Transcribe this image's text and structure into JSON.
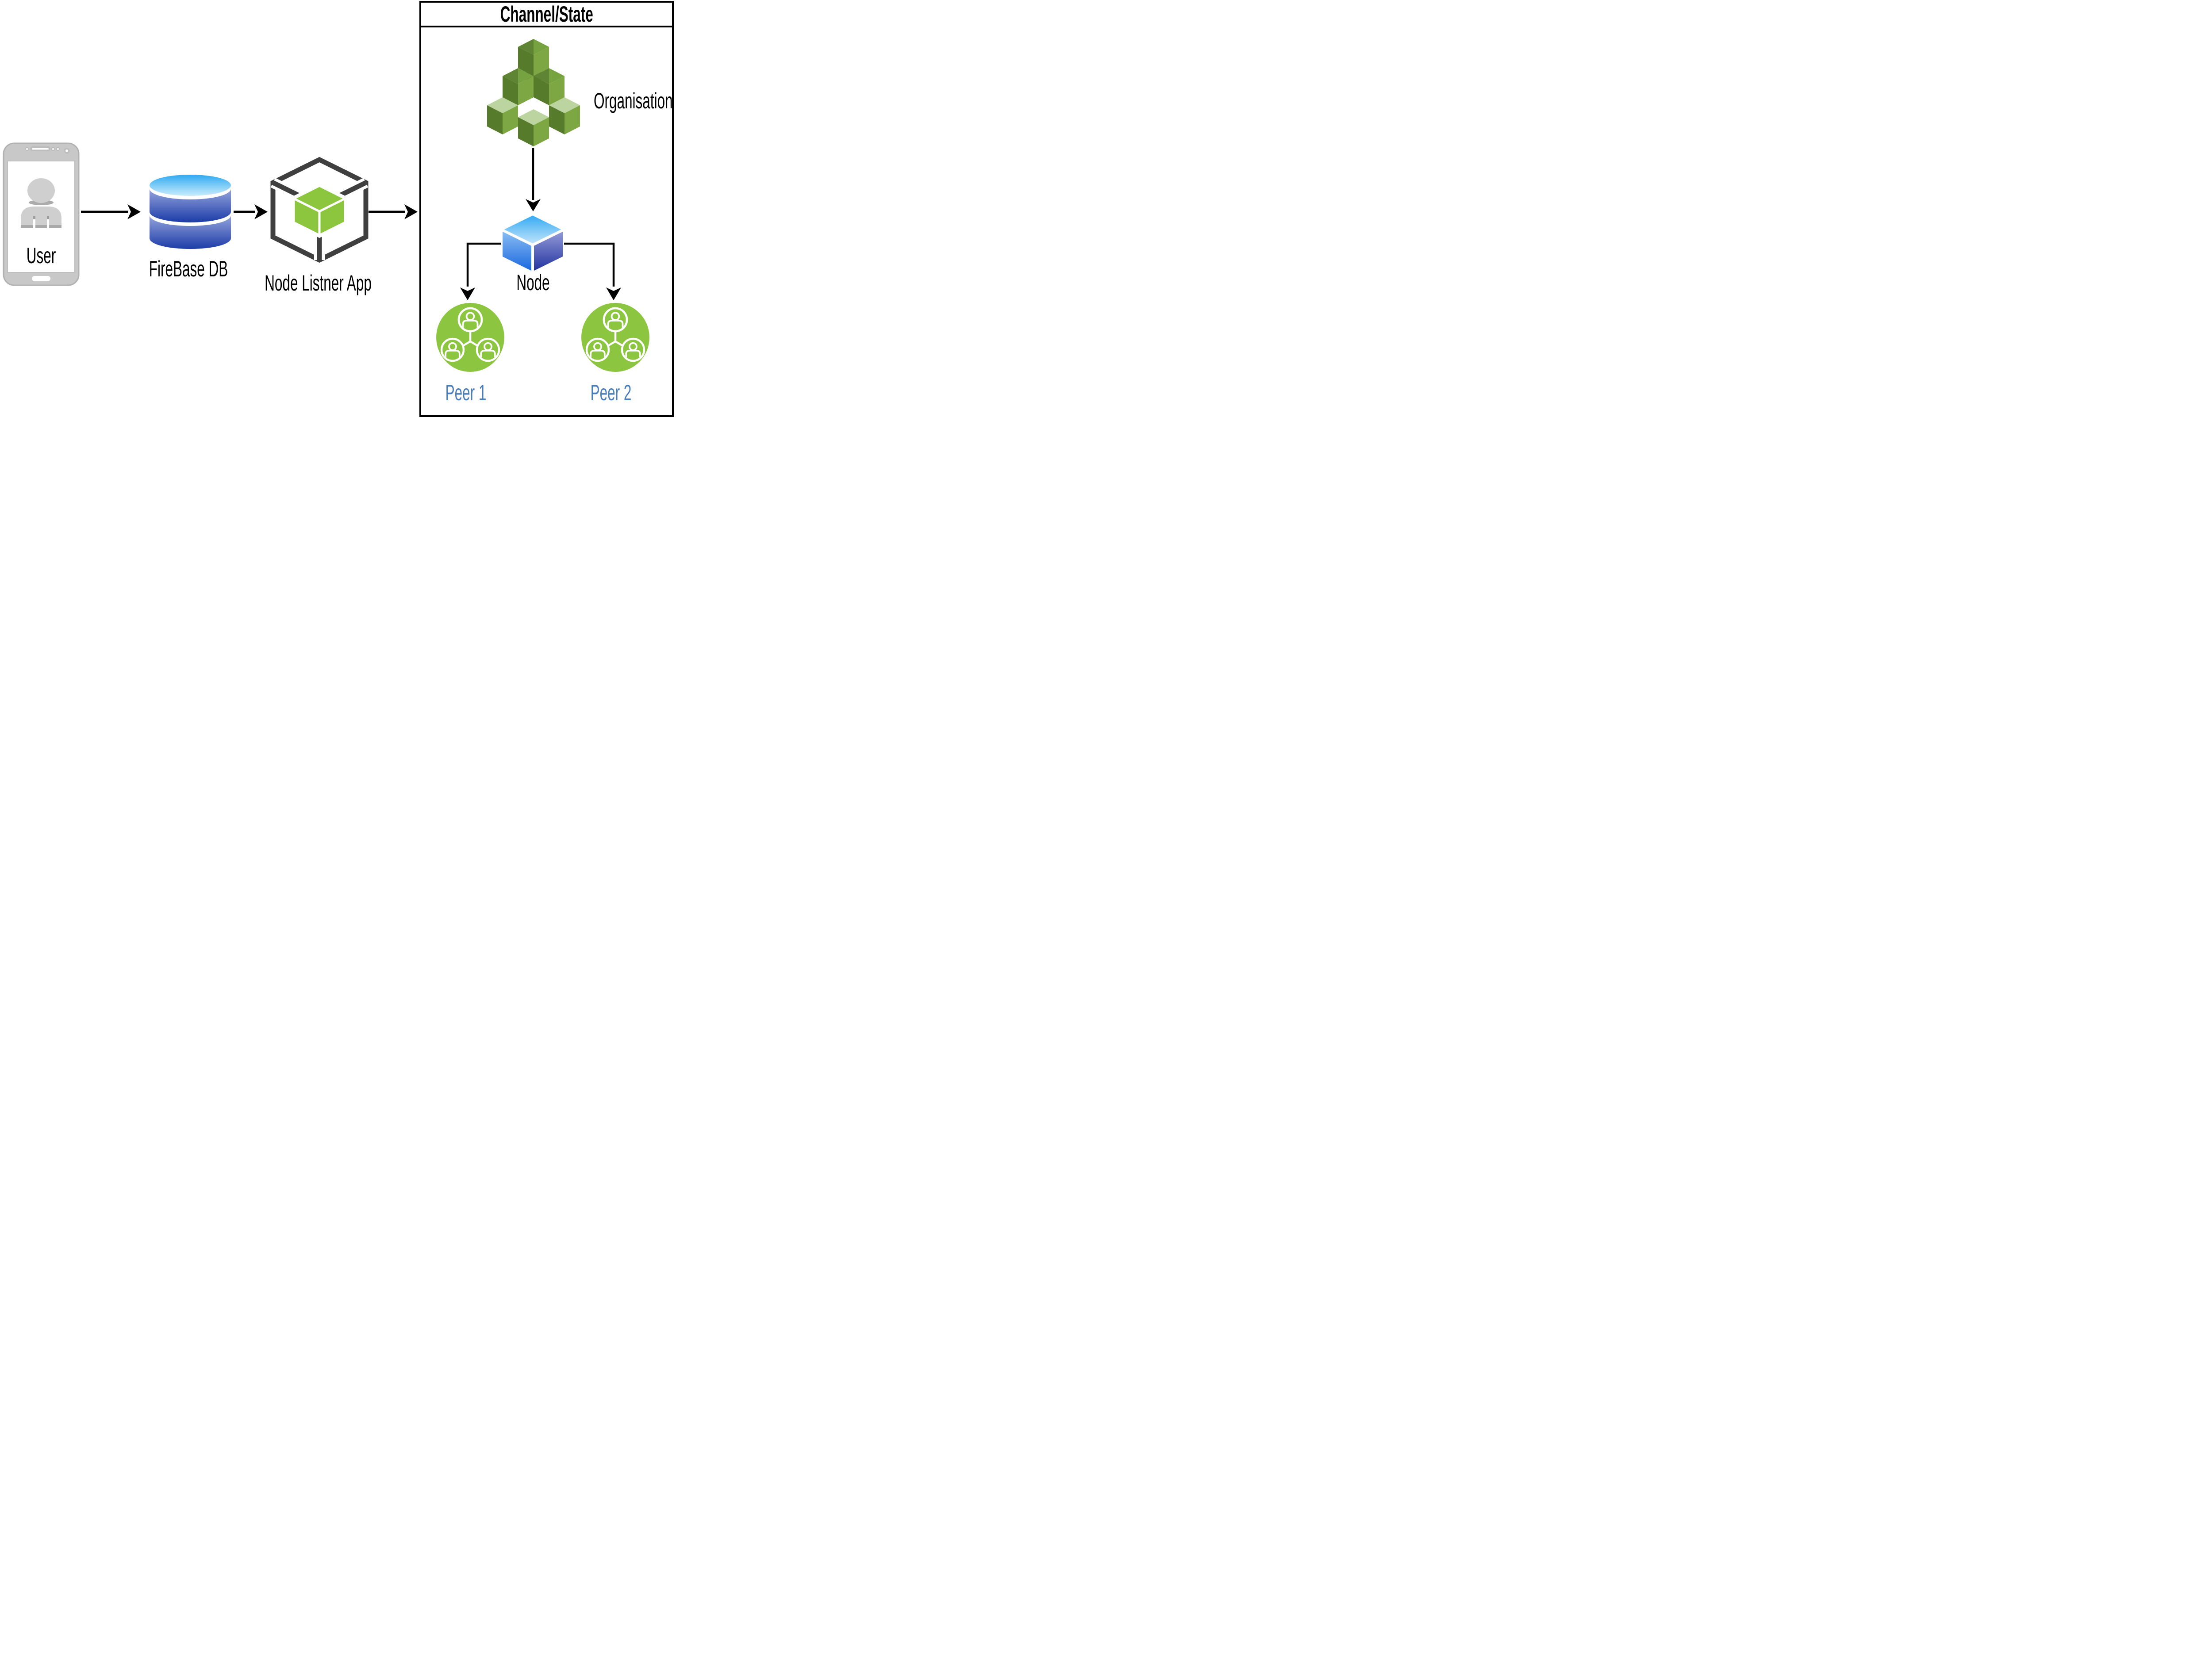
{
  "canvas": {
    "background": "#FFFFFF"
  },
  "flow": {
    "user": {
      "label": "User"
    },
    "firebase_db": {
      "label": "FireBase DB"
    },
    "node_listener": {
      "label": "Node Listner App"
    }
  },
  "channel_box": {
    "title": "Channel/State",
    "organisation": {
      "label": "Organisation"
    },
    "node": {
      "label": "Node"
    },
    "peers": [
      {
        "label": "Peer 1"
      },
      {
        "label": "Peer 2"
      }
    ]
  },
  "connections": [
    {
      "from": "user",
      "to": "firebase_db",
      "style": "arrow-right"
    },
    {
      "from": "firebase_db",
      "to": "node_listener",
      "style": "arrow-right"
    },
    {
      "from": "node_listener",
      "to": "channel_box",
      "style": "arrow-right"
    },
    {
      "from": "organisation",
      "to": "node",
      "style": "arrow-down"
    },
    {
      "from": "node",
      "to": "peer_1",
      "style": "elbow-arrow-down"
    },
    {
      "from": "node",
      "to": "peer_2",
      "style": "elbow-arrow-down"
    }
  ],
  "colors": {
    "arrow": "#000000",
    "box_border": "#000000",
    "title_text": "#000000",
    "label_text": "#000000",
    "peer_label_text": "#4A7EBB",
    "peer_green": "#8CC540",
    "listener_cube_green": "#8CC63F",
    "listener_outline_gray": "#3F3F3F",
    "org_green_left_face": "#567B2B",
    "org_green_right_face": "#7CA743",
    "org_green_light_top": "#BCD4A0",
    "org_green_dark_top": "#394F1D",
    "db_top_blue": "#2FA9F1",
    "db_band_blue_dark": "#1C3CA8",
    "node_cube_top_blue": "#2EA7F3",
    "node_cube_left_blue": "#1463DE",
    "node_cube_right_navy": "#1D2E9C",
    "phone_gray": "#C8C8C8"
  },
  "icons": {
    "user": "smartphone-user-icon",
    "firebase_db": "database-cylinder-icon",
    "node_listener": "wireframe-cube-icon",
    "organisation": "stacked-cubes-icon",
    "node": "blue-cube-icon",
    "peer": "network-users-icon"
  }
}
